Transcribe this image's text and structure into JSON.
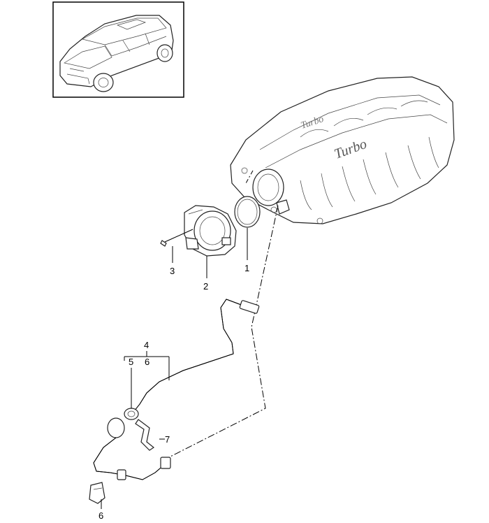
{
  "callouts": {
    "c1": "1",
    "c2": "2",
    "c3": "3",
    "c4": "4",
    "c5": "5",
    "c6a": "6",
    "c7": "7",
    "c6b": "6"
  },
  "manifold_text": {
    "front": "Turbo",
    "back": "Turbo"
  },
  "colors": {
    "line": "#000000",
    "background": "#ffffff"
  }
}
